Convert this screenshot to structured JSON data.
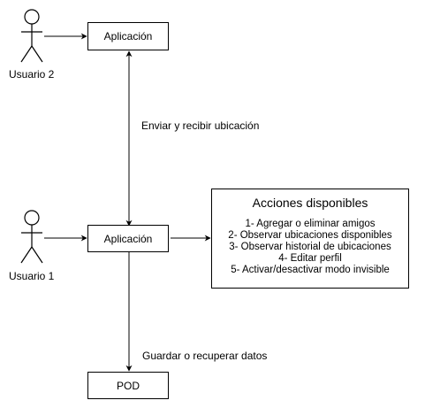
{
  "actors": {
    "user2": "Usuario 2",
    "user1": "Usuario 1"
  },
  "boxes": {
    "app_top": "Aplicación",
    "app_bottom": "Aplicación",
    "pod": "POD"
  },
  "edges": {
    "sync": "Enviar y recibir ubicación",
    "storage": "Guardar o recuperar datos"
  },
  "actions": {
    "title": "Acciones disponibles",
    "items": [
      "1- Agregar o eliminar amigos",
      "2- Observar ubicaciones disponibles",
      "3- Observar historial de ubicaciones",
      "4- Editar perfil",
      "5- Activar/desactivar modo invisible"
    ]
  }
}
